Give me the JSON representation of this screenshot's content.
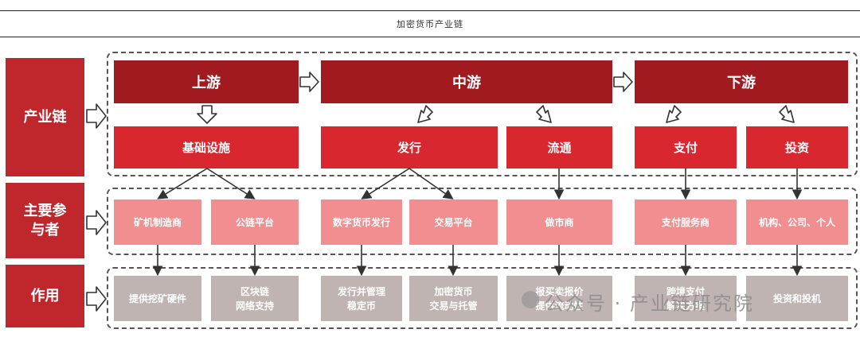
{
  "title": "加密货币产业链",
  "row_labels": {
    "chain": "产业链",
    "participants": "主要参\n与者",
    "role": "作用"
  },
  "stages": {
    "upstream": "上游",
    "midstream": "中游",
    "downstream": "下游"
  },
  "segments": {
    "infra": "基础设施",
    "issuance": "发行",
    "circulation": "流通",
    "payment": "支付",
    "investment": "投资"
  },
  "participants": {
    "miner_maker": "矿机制造商",
    "public_chain": "公链平台",
    "issuer": "数字货币发行",
    "exchange": "交易平台",
    "market_maker": "做市商",
    "payment_provider": "支付服务商",
    "investors": "机构、公司、个人"
  },
  "roles": {
    "mining_hw": "提供挖矿硬件",
    "blockchain_net": "区块链\n网络支持",
    "stablecoin": "发行并管理\n稳定币",
    "custody": "加密货币\n交易与托管",
    "quote": "报买卖报价\n提供流动性",
    "crossborder": "跨境支付\n解决方案",
    "invest": "投资和投机"
  },
  "watermark": "公众号 · 产业链研究院",
  "colors": {
    "header": "#a11a1f",
    "segment": "#d8272e",
    "participant": "#f08e90",
    "role": "#c0b4b2",
    "label": "#c0272d"
  }
}
